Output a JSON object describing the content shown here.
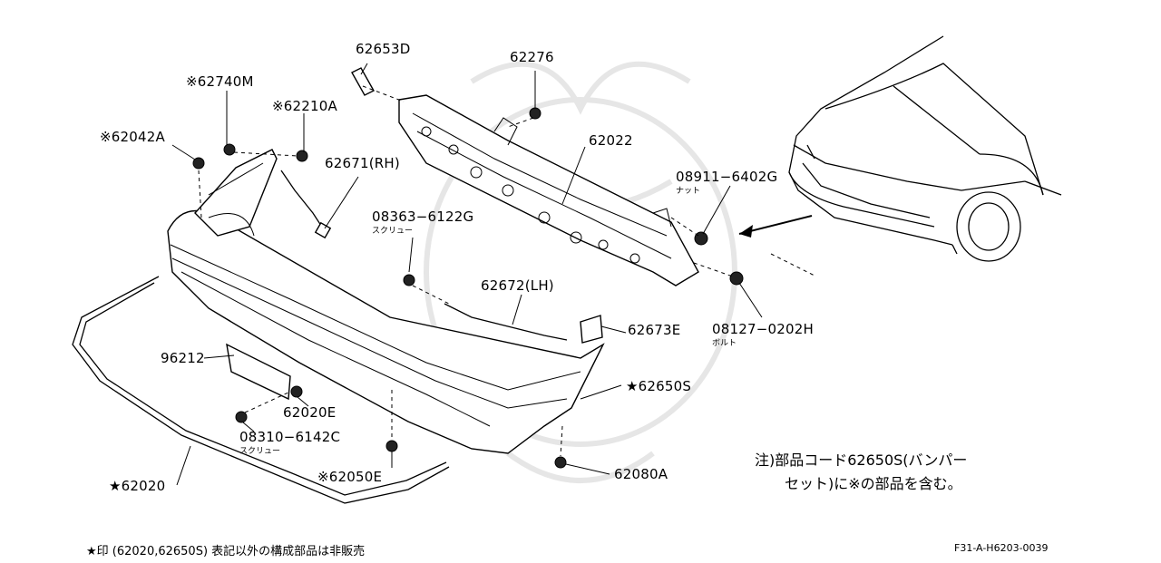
{
  "parts": {
    "p62653D": "62653D",
    "p62276": "62276",
    "p62740M": "※62740M",
    "p62210A": "※62210A",
    "p62042A": "※62042A",
    "p62671RH": "62671(RH)",
    "p62022": "62022",
    "p08911": "08911−6402G",
    "p08911_sub": "ナット",
    "p08363": "08363−6122G",
    "p08363_sub": "スクリュー",
    "p62672LH": "62672(LH)",
    "p62673E": "62673E",
    "p08127": "08127−0202H",
    "p08127_sub": "ボルト",
    "p96212": "96212",
    "p62650S": "★62650S",
    "p62020E": "62020E",
    "p08310": "08310−6142C",
    "p08310_sub": "スクリュー",
    "p62020": "★62020",
    "p62050E": "※62050E",
    "p62080A": "62080A"
  },
  "note": {
    "line1": "注)部品コード62650S(バンパー",
    "line2": "セット)に※の部品を含む。"
  },
  "footer": {
    "text": "★印 (62020,62650S) 表記以外の構成部品は非販売",
    "code": "F31-A-H6203-0039"
  }
}
